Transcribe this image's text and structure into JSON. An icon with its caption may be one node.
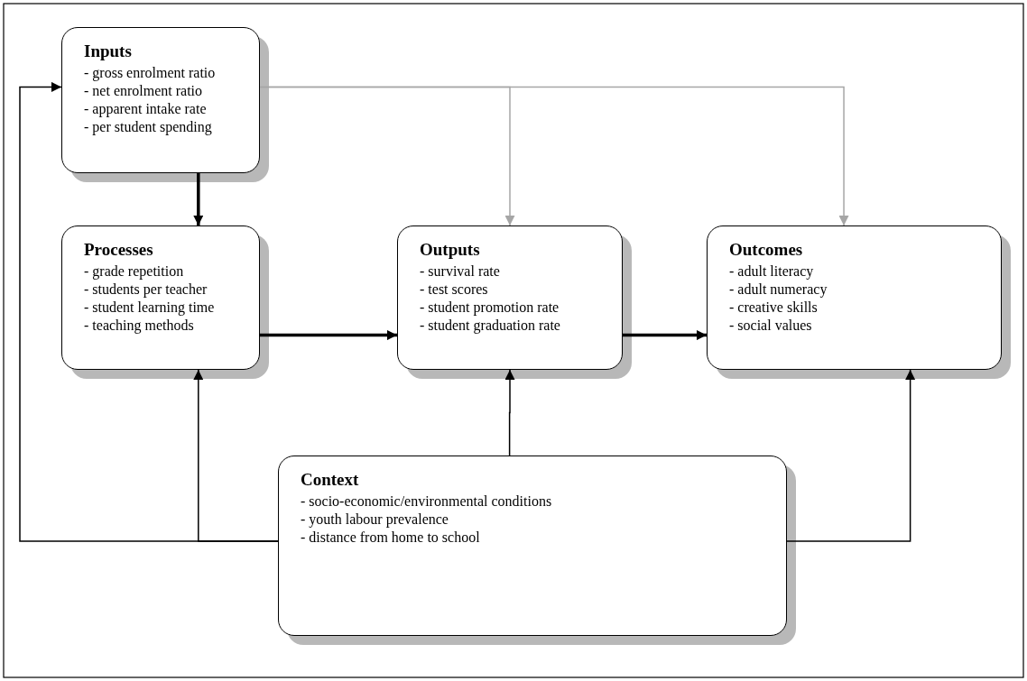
{
  "diagram": {
    "nodes": [
      {
        "text": [
          "Inputs",
          "- gross enrolment ratio",
          "- net enrolment ratio",
          "- apparent intake rate",
          "- per student spending"
        ]
      },
      {
        "text": [
          "Processes",
          "- grade repetition",
          "- students per teacher",
          "- student learning time",
          "- teaching methods"
        ]
      },
      {
        "text": [
          "Outputs",
          "- survival rate",
          "- test scores",
          "- student promotion rate",
          "- student graduation rate"
        ]
      },
      {
        "text": [
          "Outcomes",
          "- adult literacy",
          "- adult numeracy",
          "- creative skills",
          "- social values"
        ]
      },
      {
        "text": [
          "Context",
          "- socio-economic/environmental conditions",
          "- youth labour prevalence",
          "- distance from home to school"
        ]
      }
    ],
    "edges": [
      {
        "from": 0,
        "to": 1,
        "arrow": "to",
        "style": "thick"
      },
      {
        "from": 1,
        "to": 2,
        "arrow": "to",
        "style": "thick"
      },
      {
        "from": 2,
        "to": 3,
        "arrow": "to",
        "style": "thick"
      },
      {
        "from": 0,
        "to": 2,
        "arrow": "to",
        "color": "#a6a6a6"
      },
      {
        "from": 0,
        "to": 3,
        "arrow": "to",
        "color": "#a6a6a6"
      },
      {
        "from": 4,
        "to": 1,
        "arrow": "to"
      },
      {
        "from": 4,
        "to": 0,
        "arrow": "to"
      },
      {
        "from": 4,
        "to": 2,
        "arrow": "to"
      },
      {
        "from": 4,
        "to": 3,
        "arrow": "to"
      }
    ]
  }
}
